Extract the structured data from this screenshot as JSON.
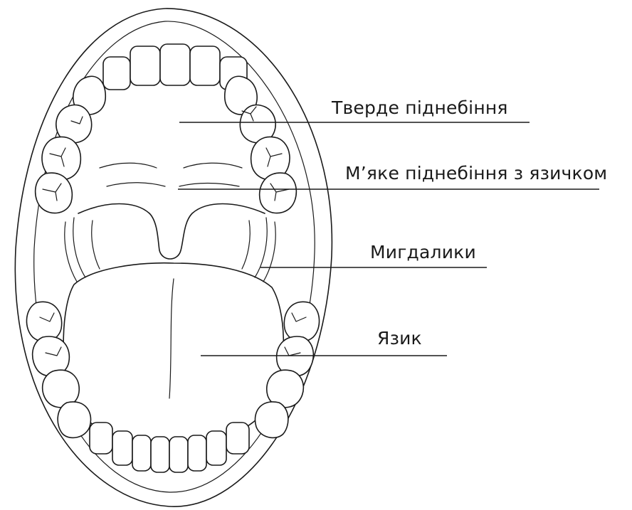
{
  "labels": {
    "hard_palate": "Тверде піднебіння",
    "soft_palate": "М’яке піднебіння з язичком",
    "tonsils": "Мигдалики",
    "tongue": "Язик"
  },
  "colors": {
    "line": "#1a1a1a",
    "background": "#ffffff"
  }
}
